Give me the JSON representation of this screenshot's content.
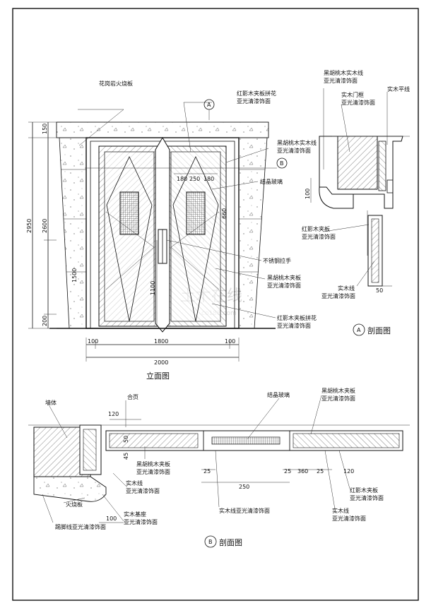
{
  "elevation": {
    "title": "立面图",
    "labels": {
      "granite": "花岗岩火烧板",
      "redwood_top_1": "红影木夹板拼花",
      "redwood_top_2": "亚光清漆饰面",
      "walnut_line_1": "黑胡桃木实木线",
      "walnut_line_2": "亚光清漆饰面",
      "glass": "结晶玻璃",
      "handle": "不锈钢拉手",
      "walnut_board_1": "黑胡桃木夹板",
      "walnut_board_2": "亚光清漆饰面",
      "redwood_bot_1": "红影木夹板拼花",
      "redwood_bot_2": "亚光清漆饰面"
    },
    "dims_left": [
      "2950",
      "2600",
      "1500",
      "150",
      "200"
    ],
    "dims_inner": [
      "180",
      "250",
      "180",
      "660",
      "1100"
    ],
    "dims_bottom": [
      "100",
      "1800",
      "100",
      "2000"
    ],
    "callouts": [
      "A",
      "B"
    ]
  },
  "section_a": {
    "title": "剖面图",
    "marker": "A",
    "labels": {
      "walnut_line_1": "黑胡桃木实木线",
      "walnut_line_2": "亚光清漆饰面",
      "frame_1": "实木门框",
      "frame_2": "亚光清漆饰面",
      "flat_line": "实木平线",
      "redwood_1": "红影木夹板",
      "redwood_2": "亚光清漆饰面",
      "solid_1": "实木线",
      "solid_2": "亚光清漆饰面"
    },
    "dims": [
      "100",
      "50"
    ]
  },
  "section_b": {
    "title": "剖面图",
    "marker": "B",
    "labels": {
      "wall": "墙体",
      "hinge": "合页",
      "glass": "结晶玻璃",
      "walnut_top_1": "黑胡桃木夹板",
      "walnut_top_2": "亚光清漆饰面",
      "walnut_mid_1": "黑胡桃木夹板",
      "walnut_mid_2": "亚光清漆饰面",
      "solid_line_1": "实木线",
      "solid_line_2": "亚光清漆饰面",
      "fire_board": "火烧板",
      "solid_base_1": "实木基座",
      "solid_base_2": "亚光清漆饰面",
      "stone_line": "踢脚线亚光清漆饰面",
      "solid_finish": "实木线亚光清漆饰面",
      "redwood_1": "红影木夹板",
      "redwood_2": "亚光清漆饰面",
      "solid_r_1": "实木线",
      "solid_r_2": "亚光清漆饰面"
    },
    "dims": [
      "120",
      "50",
      "45",
      "100",
      "25",
      "250",
      "25",
      "360",
      "25",
      "120"
    ]
  },
  "watermark": {
    "main": "土木在线",
    "sub": "co188.com"
  }
}
